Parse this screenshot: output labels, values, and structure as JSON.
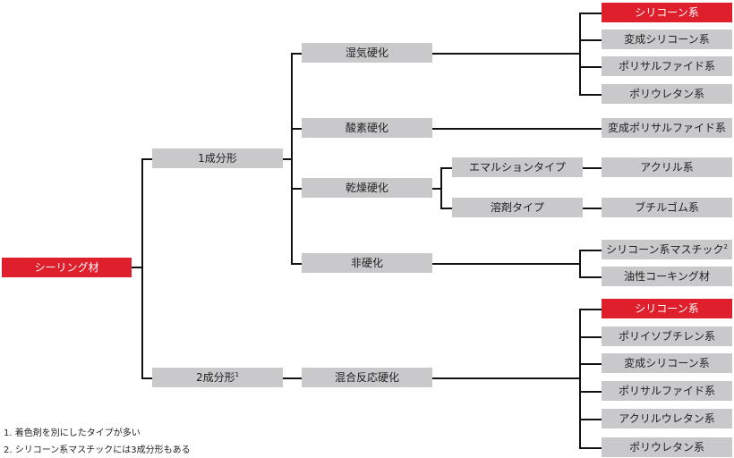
{
  "colors": {
    "highlight": "#e01f2d",
    "node": "#c9c9cb",
    "line": "#111111"
  },
  "root": "シーリング材",
  "level1": {
    "one_component": "1成分形",
    "two_component": "2成分形",
    "two_component_sup": "1"
  },
  "curing": {
    "moisture": "湿気硬化",
    "oxygen": "酸素硬化",
    "drying": "乾燥硬化",
    "non_curing": "非硬化",
    "mixing_reaction": "混合反応硬化"
  },
  "drying_types": {
    "emulsion": "エマルションタイプ",
    "solvent": "溶剤タイプ"
  },
  "materials": {
    "moisture": [
      "シリコーン系",
      "変成シリコーン系",
      "ポリサルファイド系",
      "ポリウレタン系"
    ],
    "oxygen": [
      "変成ポリサルファイド系"
    ],
    "emulsion": [
      "アクリル系"
    ],
    "solvent": [
      "ブチルゴム系"
    ],
    "non_curing": [
      "シリコーン系マスチック",
      "油性コーキング材"
    ],
    "non_curing_sup": "2",
    "mixing": [
      "シリコーン系",
      "ポリイソブチレン系",
      "変成シリコーン系",
      "ポリサルファイド系",
      "アクリルウレタン系",
      "ポリウレタン系"
    ]
  },
  "notes": [
    "1. 着色剤を別にしたタイプが多い",
    "2. シリコーン系マスチックには3成分形もある"
  ]
}
